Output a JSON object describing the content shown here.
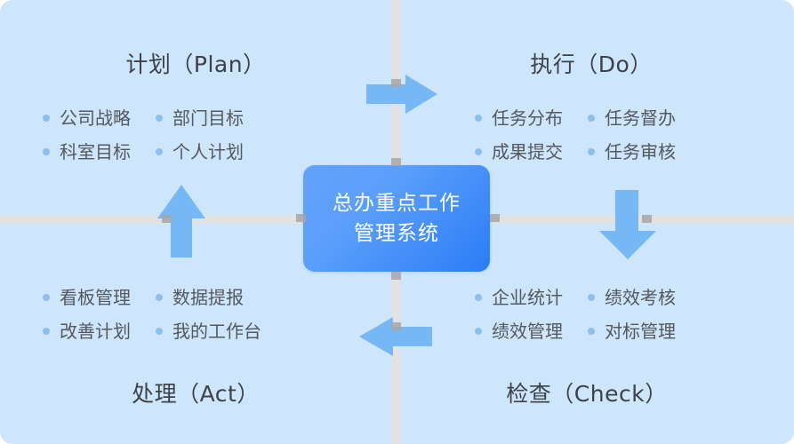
{
  "slide": {
    "background_color": "#cde6fb",
    "divider_color": "#e2e2e2"
  },
  "center": {
    "line1": "总办重点工作",
    "line2": "管理系统",
    "gradient_from": "#62a3fb",
    "gradient_to": "#2b7cf6",
    "text_color": "#ffffff"
  },
  "quadrants": {
    "plan": {
      "title": "计划（Plan）",
      "items": [
        "公司战略",
        "部门目标",
        "科室目标",
        "个人计划"
      ]
    },
    "do": {
      "title": "执行（Do）",
      "items": [
        "任务分布",
        "任务督办",
        "成果提交",
        "任务审核"
      ]
    },
    "act": {
      "title": "处理（Act）",
      "items": [
        "看板管理",
        "数据提报",
        "改善计划",
        "我的工作台"
      ]
    },
    "check": {
      "title": "检查（Check）",
      "items": [
        "企业统计",
        "绩效考核",
        "绩效管理",
        "对标管理"
      ]
    }
  },
  "arrows": {
    "right_label": "arrow-right-plan-to-do",
    "down_label": "arrow-down-do-to-check",
    "left_label": "arrow-left-check-to-act",
    "up_label": "arrow-up-act-to-plan",
    "color": "#76b8f5"
  },
  "bullet": {
    "color": "#8cc0ef"
  },
  "handles": {
    "color": "#a6a6a6"
  }
}
